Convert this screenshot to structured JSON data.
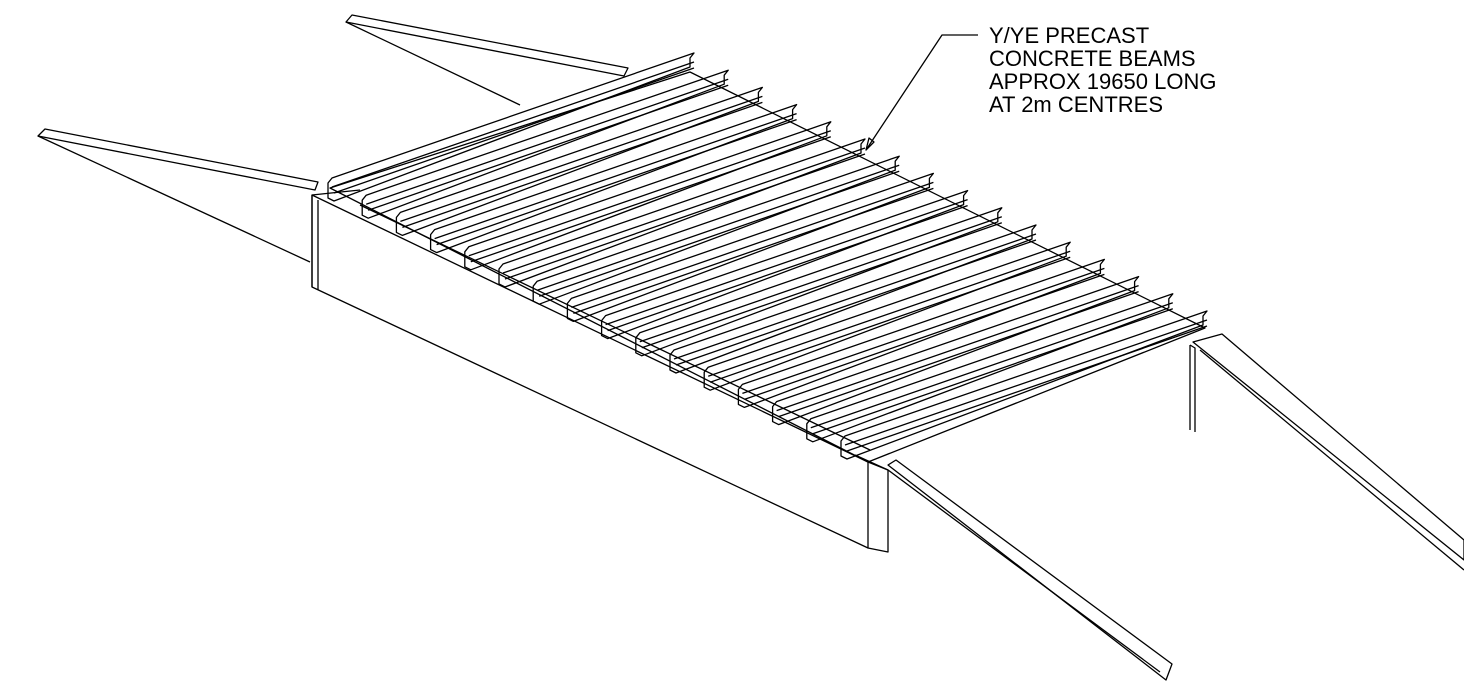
{
  "annotation": {
    "lines": [
      "Y/YE PRECAST",
      "CONCRETE BEAMS",
      "APPROX 19650 LONG",
      "AT 2m CENTRES"
    ]
  },
  "colors": {
    "line": "#000000",
    "background": "#ffffff"
  }
}
